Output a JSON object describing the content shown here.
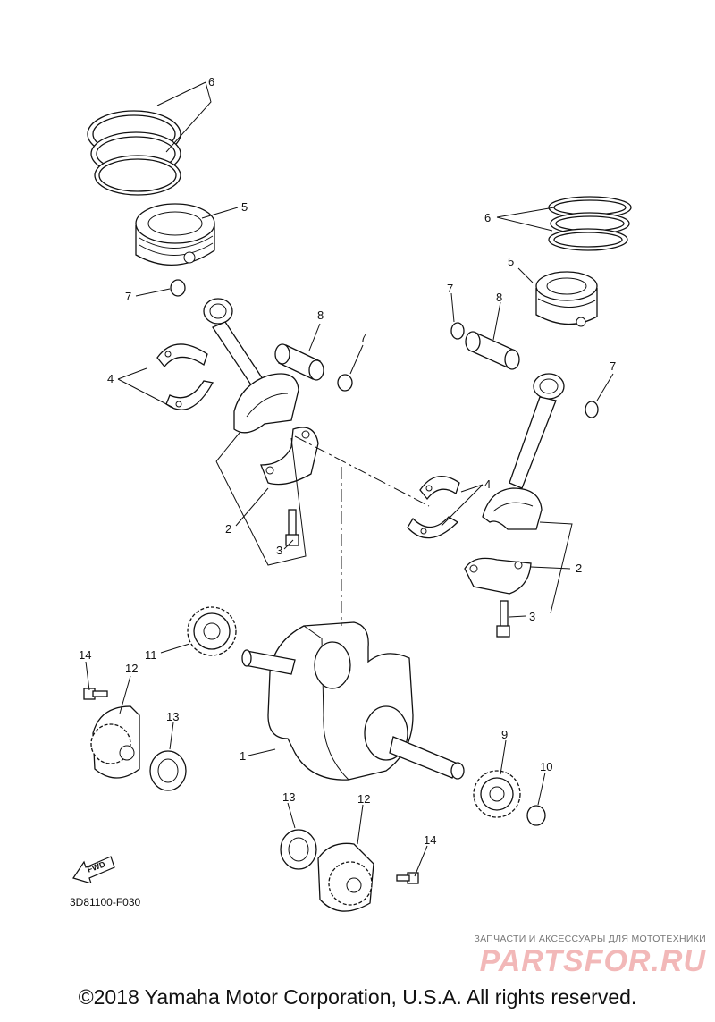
{
  "callouts": {
    "c6a": "6",
    "c5a": "5",
    "c7a": "7",
    "c8a": "8",
    "c7b": "7",
    "c4a": "4",
    "c2a": "2",
    "c3a": "3",
    "c6b": "6",
    "c5b": "5",
    "c7c": "7",
    "c8b": "8",
    "c7d": "7",
    "c4b": "4",
    "c2b": "2",
    "c3b": "3",
    "c14a": "14",
    "c12a": "12",
    "c11": "11",
    "c13a": "13",
    "c1": "1",
    "c9": "9",
    "c10": "10",
    "c13b": "13",
    "c12b": "12",
    "c14b": "14"
  },
  "fwd_label": "FWD",
  "diagram_code": "3D81100-F030",
  "watermark": {
    "tagline": "ЗАПЧАСТИ И АКСЕССУАРЫ ДЛЯ МОТОТЕХНИКИ",
    "logo": "PARTSFOR.RU"
  },
  "copyright": "©2018 Yamaha Motor Corporation, U.S.A. All rights reserved.",
  "colors": {
    "line": "#111111",
    "watermark": "#f2b8b8"
  }
}
